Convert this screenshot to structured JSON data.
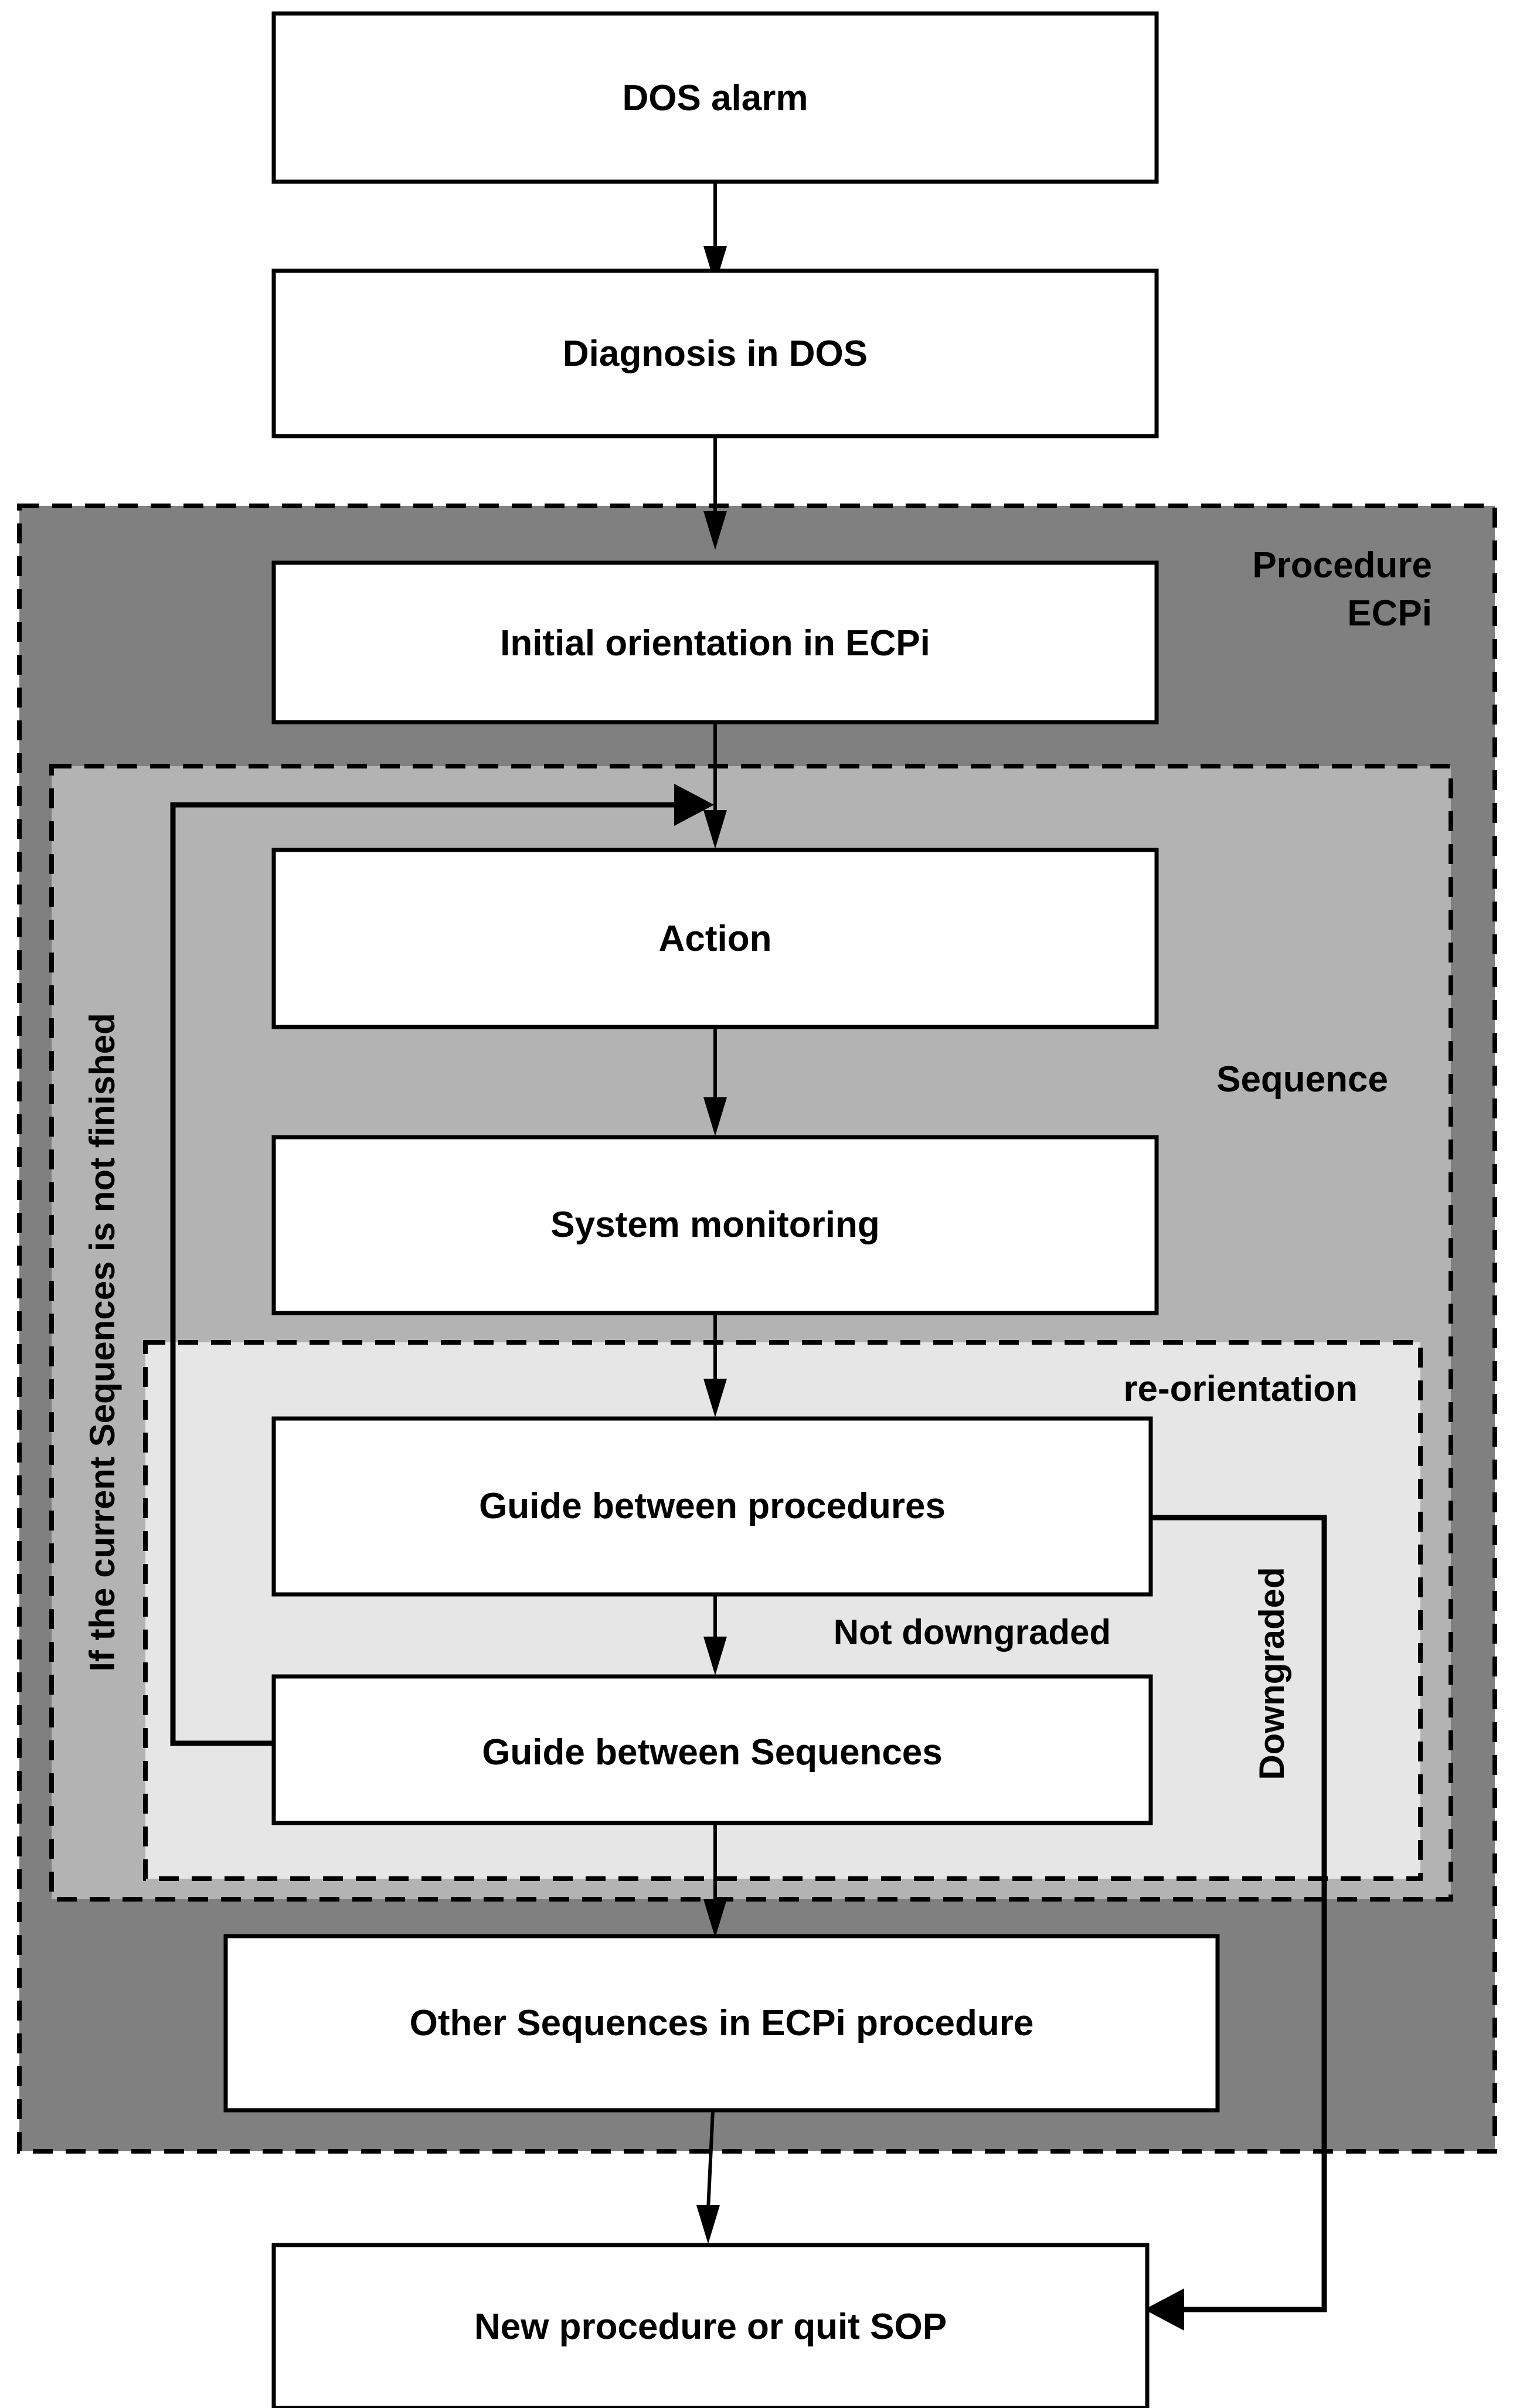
{
  "diagram": {
    "title": "ECPi procedure flow",
    "colors": {
      "outer_region_fill": "#808080",
      "sequence_region_fill": "#b3b3b3",
      "reorientation_region_fill": "#e6e6e6",
      "node_fill": "#ffffff",
      "stroke": "#000000",
      "page_background": "#ffffff"
    },
    "nodes": [
      {
        "id": "dos-alarm",
        "label": "DOS alarm"
      },
      {
        "id": "diagnosis-in-dos",
        "label": "Diagnosis in DOS"
      },
      {
        "id": "initial-orientation",
        "label": "Initial orientation in ECPi"
      },
      {
        "id": "action",
        "label": "Action"
      },
      {
        "id": "system-monitoring",
        "label": "System monitoring"
      },
      {
        "id": "guide-between-procedures",
        "label": "Guide between procedures"
      },
      {
        "id": "guide-between-sequences",
        "label": "Guide between Sequences"
      },
      {
        "id": "other-sequences",
        "label": "Other Sequences in ECPi procedure"
      },
      {
        "id": "new-procedure",
        "label": "New procedure or quit SOP"
      }
    ],
    "regions": [
      {
        "id": "procedure-ecpi",
        "label_line1": "Procedure",
        "label_line2": "ECPi"
      },
      {
        "id": "sequence",
        "label": "Sequence"
      },
      {
        "id": "re-orientation",
        "label": "re-orientation"
      }
    ],
    "edge_labels": [
      {
        "id": "loop-condition",
        "label": "If the current Sequences  is not finished",
        "orientation": "vertical"
      },
      {
        "id": "not-downgraded",
        "label": "Not downgraded",
        "orientation": "horizontal"
      },
      {
        "id": "downgraded",
        "label": "Downgraded",
        "orientation": "vertical"
      }
    ],
    "edges": [
      {
        "from": "dos-alarm",
        "to": "diagnosis-in-dos"
      },
      {
        "from": "diagnosis-in-dos",
        "to": "initial-orientation"
      },
      {
        "from": "initial-orientation",
        "to": "action"
      },
      {
        "from": "action",
        "to": "system-monitoring"
      },
      {
        "from": "system-monitoring",
        "to": "guide-between-procedures"
      },
      {
        "from": "guide-between-procedures",
        "to": "guide-between-sequences",
        "label": "Not downgraded"
      },
      {
        "from": "guide-between-procedures",
        "to": "new-procedure",
        "label": "Downgraded"
      },
      {
        "from": "guide-between-sequences",
        "to": "action",
        "label": "If the current Sequences  is not finished"
      },
      {
        "from": "guide-between-sequences",
        "to": "other-sequences"
      },
      {
        "from": "other-sequences",
        "to": "new-procedure"
      }
    ]
  }
}
